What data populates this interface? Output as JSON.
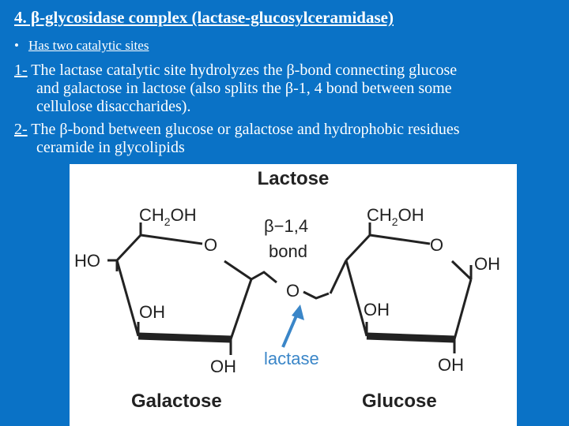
{
  "title": "4. β-glycosidase complex (lactase-glucosylceramidase)",
  "bullet": {
    "symbol": "•",
    "text": "Has two catalytic sites"
  },
  "points": [
    {
      "number": "1-",
      "line1": " The lactase catalytic site hydrolyzes the β-bond connecting glucose",
      "line2": "and galactose in lactose (also splits the β-1, 4 bond between some",
      "line3": "cellulose disaccharides)."
    },
    {
      "number": "2-",
      "line1": " The β-bond between glucose or galactose and hydrophobic residues",
      "line2": "ceramide in glycolipids"
    }
  ],
  "figure": {
    "heading": "Lactose",
    "galactose": {
      "ch2oh_main": "CH",
      "ch2oh_sub": "2",
      "ch2oh_end": "OH",
      "ring_o": "O",
      "ho_left": "HO",
      "oh_ring": "OH",
      "oh_bottom": "OH",
      "name": "Galactose"
    },
    "glucose": {
      "ch2oh_main": "CH",
      "ch2oh_sub": "2",
      "ch2oh_end": "OH",
      "ring_o": "O",
      "oh_right": "OH",
      "oh_ring": "OH",
      "oh_bottom": "OH",
      "name": "Glucose"
    },
    "bond_label_line1": "β−1,4",
    "bond_label_line2": "bond",
    "bridge_o": "O",
    "enzyme_label": "lactase",
    "colors": {
      "enzyme": "#3a86c8",
      "ink": "#222222"
    }
  }
}
